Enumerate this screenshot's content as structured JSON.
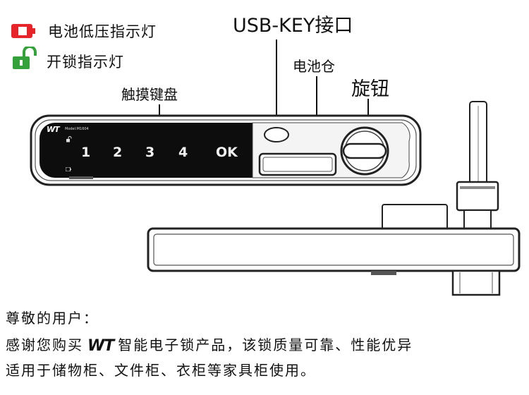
{
  "legend": {
    "battery_label": "电池低压指示灯",
    "unlock_label": "开锁指示灯",
    "battery_icon_color": "#e8242b",
    "unlock_icon_color": "#35a13a"
  },
  "callouts": {
    "usb_key": "USB-KEY接口",
    "battery_box": "电池仓",
    "knob": "旋钮",
    "keypad": "触摸键盘"
  },
  "device": {
    "brand": "WT",
    "model": "Model:M1604",
    "keys": [
      "1",
      "2",
      "3",
      "4",
      "OK"
    ]
  },
  "intro": {
    "greeting": "尊敬的用户：",
    "line1_before_logo": "感谢您购买",
    "logo_text": "WT",
    "line1_after_logo": "智能电子锁产品，该锁质量可靠、性能优异",
    "line2": "适用于储物柜、文件柜、衣柜等家具柜使用。"
  }
}
